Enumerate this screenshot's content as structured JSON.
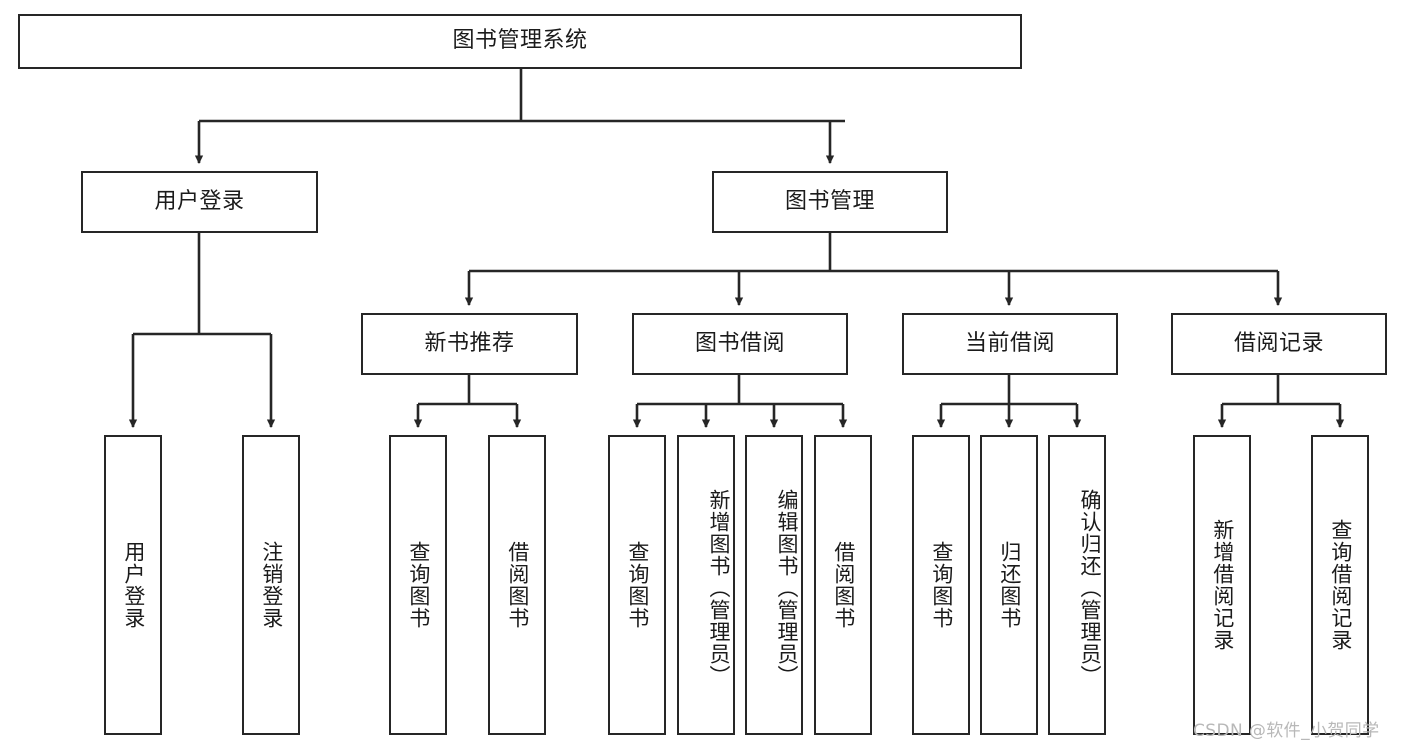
{
  "diagram": {
    "title": "图书管理系统",
    "type": "tree-hierarchy",
    "watermark": "CSDN @软件_小贺同学",
    "colors": {
      "stroke": "#262626",
      "background": "#ffffff",
      "text": "#1b1b1b",
      "watermark": "#b8b8b8"
    },
    "root": {
      "label": "图书管理系统"
    },
    "level2": [
      {
        "label": "用户登录"
      },
      {
        "label": "图书管理"
      }
    ],
    "level3": [
      {
        "label": "新书推荐"
      },
      {
        "label": "图书借阅"
      },
      {
        "label": "当前借阅"
      },
      {
        "label": "借阅记录"
      }
    ],
    "leaves": {
      "user_login": [
        {
          "label": "用户登录"
        },
        {
          "label": "注销登录"
        }
      ],
      "new_book_recommend": [
        {
          "label": "查询图书"
        },
        {
          "label": "借阅图书"
        }
      ],
      "book_borrow": [
        {
          "label": "查询图书"
        },
        {
          "label": "新增图书（管理员）"
        },
        {
          "label": "编辑图书（管理员）"
        },
        {
          "label": "借阅图书"
        }
      ],
      "current_borrow": [
        {
          "label": "查询图书"
        },
        {
          "label": "归还图书"
        },
        {
          "label": "确认归还（管理员）"
        }
      ],
      "borrow_record": [
        {
          "label": "新增借阅记录"
        },
        {
          "label": "查询借阅记录"
        }
      ]
    }
  }
}
